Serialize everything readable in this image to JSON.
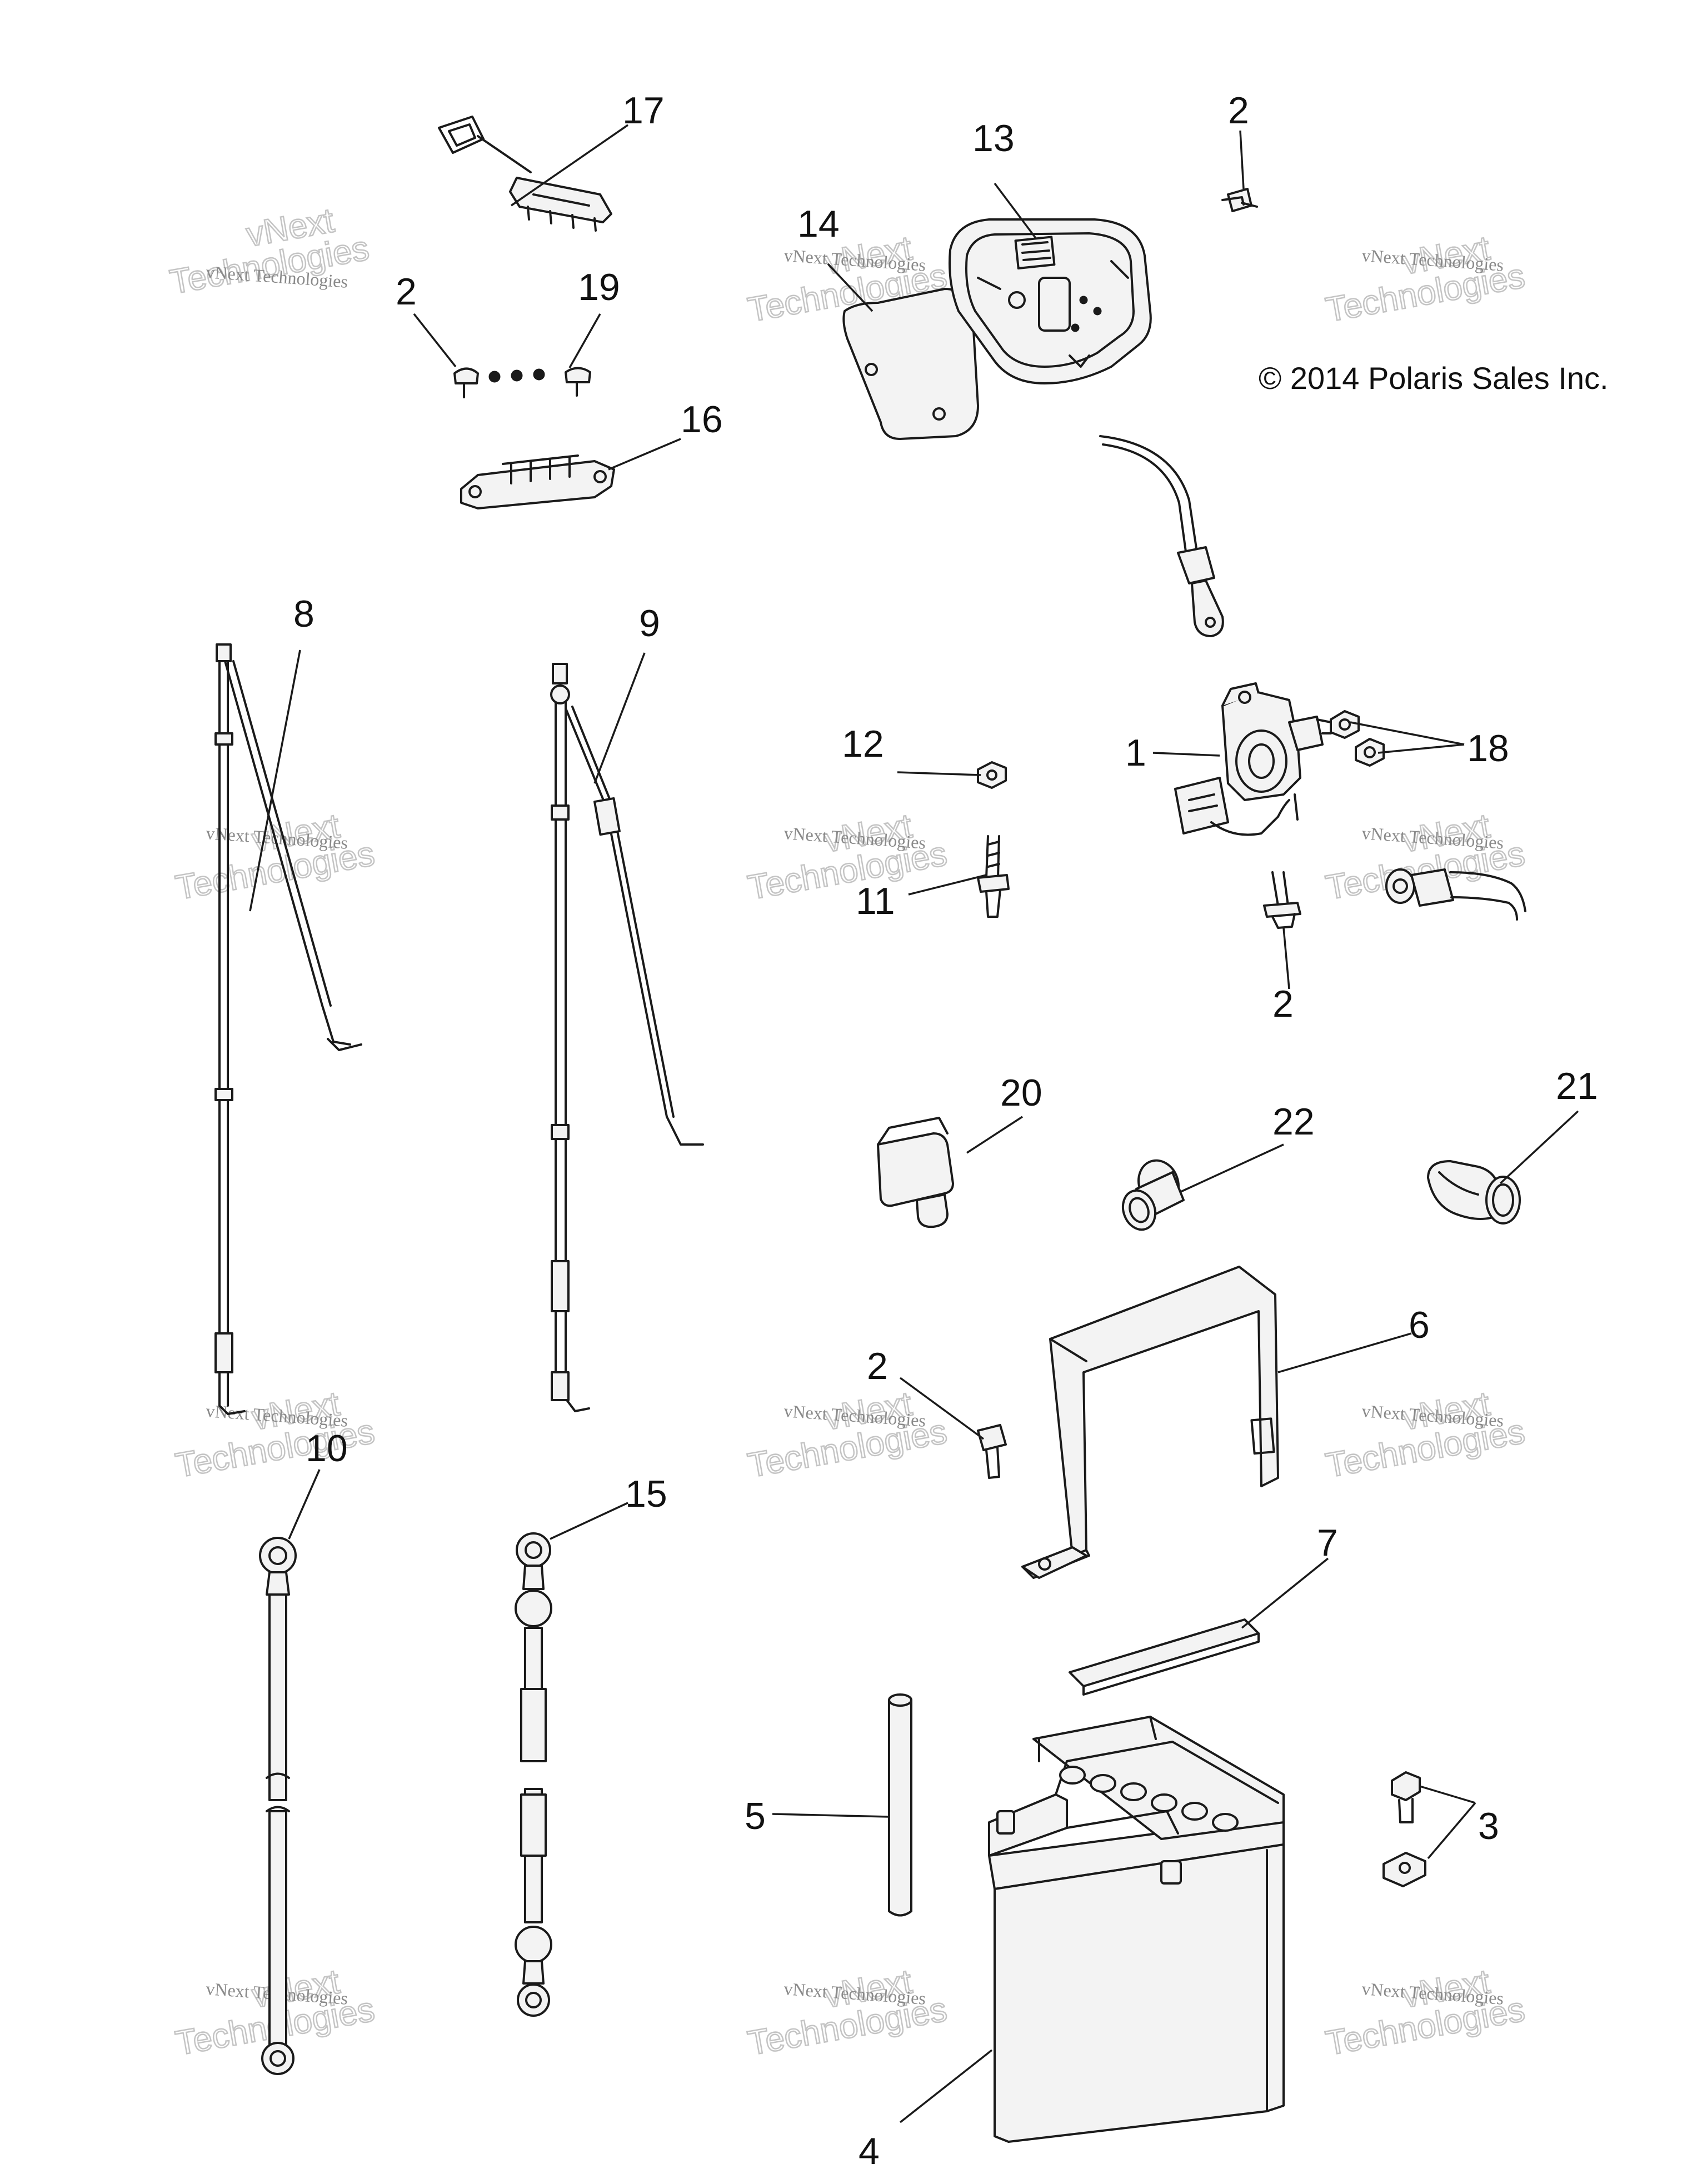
{
  "copyright": "© 2014 Polaris Sales Inc.",
  "watermark": {
    "line1": "vNext Technologies",
    "line2": "Technologies",
    "line3": "vNext"
  },
  "callouts": [
    {
      "id": "c17",
      "label": "17"
    },
    {
      "id": "c13",
      "label": "13"
    },
    {
      "id": "c2a",
      "label": "2"
    },
    {
      "id": "c14",
      "label": "14"
    },
    {
      "id": "c2b",
      "label": "2"
    },
    {
      "id": "c19",
      "label": "19"
    },
    {
      "id": "c16",
      "label": "16"
    },
    {
      "id": "c8",
      "label": "8"
    },
    {
      "id": "c9",
      "label": "9"
    },
    {
      "id": "c12",
      "label": "12"
    },
    {
      "id": "c1",
      "label": "1"
    },
    {
      "id": "c18",
      "label": "18"
    },
    {
      "id": "c11",
      "label": "11"
    },
    {
      "id": "c2c",
      "label": "2"
    },
    {
      "id": "c20",
      "label": "20"
    },
    {
      "id": "c22",
      "label": "22"
    },
    {
      "id": "c21",
      "label": "21"
    },
    {
      "id": "c6",
      "label": "6"
    },
    {
      "id": "c2d",
      "label": "2"
    },
    {
      "id": "c10",
      "label": "10"
    },
    {
      "id": "c15",
      "label": "15"
    },
    {
      "id": "c7",
      "label": "7"
    },
    {
      "id": "c5",
      "label": "5"
    },
    {
      "id": "c3",
      "label": "3"
    },
    {
      "id": "c4",
      "label": "4"
    }
  ]
}
